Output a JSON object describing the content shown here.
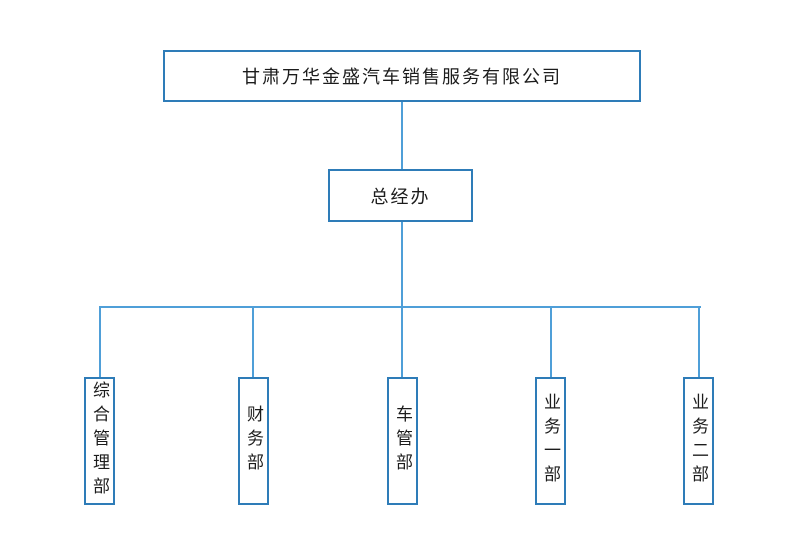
{
  "page": {
    "background_color": "#ffffff"
  },
  "org_chart": {
    "type": "organization-chart",
    "title_node": {
      "label": "甘肃万华金盛汽车销售服务有限公司"
    },
    "middle_node": {
      "label": "总经办"
    },
    "department_nodes": [
      {
        "label": "综合管理部"
      },
      {
        "label": "财务部"
      },
      {
        "label": "车管部"
      },
      {
        "label": "业务一部"
      },
      {
        "label": "业务二部"
      }
    ],
    "colors": {
      "node_border": "#2e7cb8",
      "connector_line": "#4f9fd8",
      "text": "#1c1c1c",
      "node_fill": "#ffffff"
    }
  }
}
